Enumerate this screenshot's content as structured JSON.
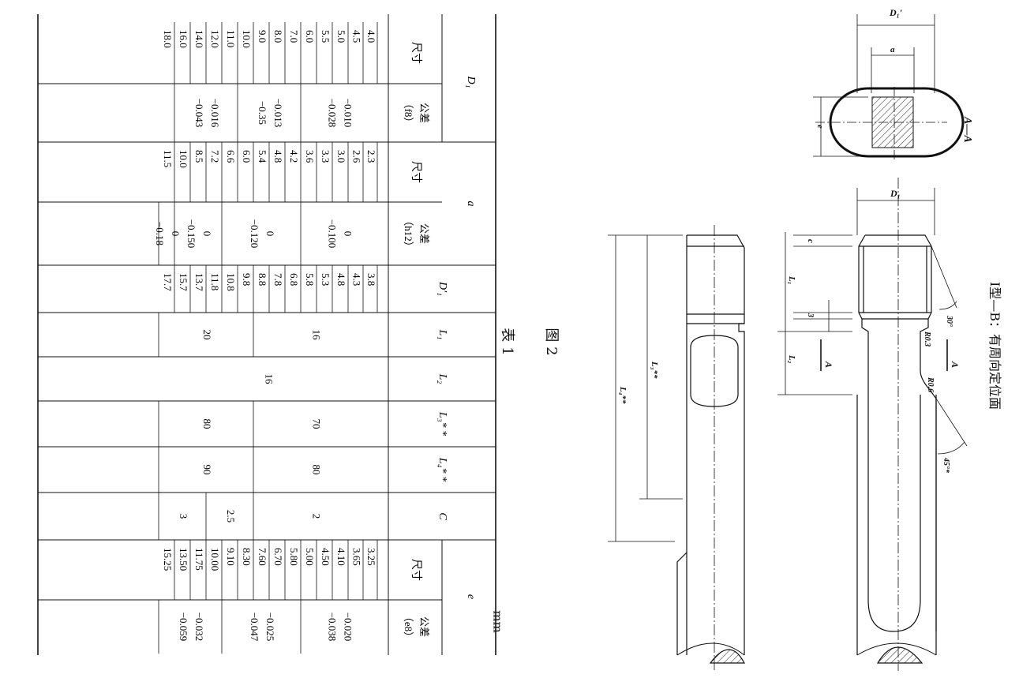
{
  "page": {
    "type_title": "Ⅰ型—B：有周向定位面",
    "figure_caption": "图 2",
    "table_caption": "表 1",
    "unit": "mm"
  },
  "drawing": {
    "section_label": "A—A",
    "section_mark_left": "A",
    "section_mark_right": "A",
    "dim_d1_prime": "D₁′",
    "dim_a": "a",
    "dim_e": "e",
    "dim_d1": "D₁",
    "dim_c": "c",
    "dim_3": "3",
    "dim_l1": "L₁",
    "dim_l2": "L₂",
    "dim_l3": "L₃**",
    "dim_l4": "L₄**",
    "angle_30": "30°",
    "angle_45": "45°*",
    "radius_r03": "R0.3",
    "radius_r06": "R0.6"
  },
  "table": {
    "groups": [
      "D₁",
      "a",
      "D′₁",
      "L₁",
      "L₂",
      "L₃* *",
      "L₄* *",
      "C",
      "e"
    ],
    "subheaders": {
      "d1_size": "尺寸",
      "d1_tol": "公差\n（f8）",
      "a_size": "尺寸",
      "a_tol": "公差\n（h12）",
      "e_size": "尺寸",
      "e_tol": "公差\n（e8）"
    },
    "d1_sizes": [
      "4.0",
      "4.5",
      "5.0",
      "5.5",
      "6.0",
      "7.0",
      "8.0",
      "9.0",
      "10.0",
      "11.0",
      "12.0",
      "14.0",
      "16.0",
      "18.0"
    ],
    "d1_tol": [
      {
        "rows": [
          0,
          5
        ],
        "upper": "−0.010",
        "lower": "−0.028"
      },
      {
        "rows": [
          5,
          9
        ],
        "upper": "−0.013",
        "lower": "−0.35"
      },
      {
        "rows": [
          9,
          13
        ],
        "upper": "−0.016",
        "lower": "−0.043"
      }
    ],
    "a_sizes": [
      "2.3",
      "2.6",
      "3.0",
      "3.3",
      "3.6",
      "4.2",
      "4.8",
      "5.4",
      "6.0",
      "6.6",
      "7.2",
      "8.5",
      "10.0",
      "11.5"
    ],
    "a_tol": [
      {
        "rows": [
          0,
          5
        ],
        "upper": "0",
        "lower": "−0.100"
      },
      {
        "rows": [
          5,
          10
        ],
        "upper": "0",
        "lower": "−0.120"
      },
      {
        "rows": [
          10,
          13
        ],
        "upper": "0",
        "lower": "−0.150"
      },
      {
        "rows": [
          13,
          14
        ],
        "upper": "0",
        "lower": "−0.18"
      }
    ],
    "d1p": [
      "3.8",
      "4.3",
      "4.8",
      "5.3",
      "5.8",
      "6.8",
      "7.8",
      "8.8",
      "9.8",
      "10.8",
      "11.8",
      "13.7",
      "15.7",
      "17.7"
    ],
    "l1": [
      {
        "rows": [
          0,
          8
        ],
        "value": "16"
      },
      {
        "rows": [
          8,
          14
        ],
        "value": "20"
      }
    ],
    "l2": [
      {
        "rows": [
          0,
          14
        ],
        "value": "16"
      }
    ],
    "l3": [
      {
        "rows": [
          0,
          8
        ],
        "value": "70"
      },
      {
        "rows": [
          8,
          14
        ],
        "value": "80"
      }
    ],
    "l4": [
      {
        "rows": [
          0,
          8
        ],
        "value": "80"
      },
      {
        "rows": [
          8,
          14
        ],
        "value": "90"
      }
    ],
    "c": [
      {
        "rows": [
          0,
          8
        ],
        "value": "2"
      },
      {
        "rows": [
          8,
          11
        ],
        "value": "2.5"
      },
      {
        "rows": [
          11,
          14
        ],
        "value": "3"
      }
    ],
    "e_sizes": [
      "3.25",
      "3.65",
      "4.10",
      "4.50",
      "5.00",
      "5.80",
      "6.70",
      "7.60",
      "8.30",
      "9.10",
      "10.00",
      "11.75",
      "13.50",
      "15.25"
    ],
    "e_tol": [
      {
        "rows": [
          0,
          5
        ],
        "upper": "−0.020",
        "lower": "−0.038"
      },
      {
        "rows": [
          5,
          10
        ],
        "upper": "−0.025",
        "lower": "−0.047"
      },
      {
        "rows": [
          10,
          14
        ],
        "upper": "−0.032",
        "lower": "−0.059"
      }
    ]
  }
}
